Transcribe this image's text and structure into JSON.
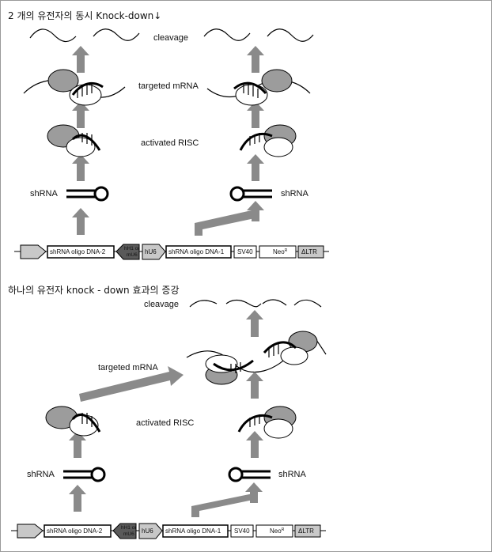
{
  "top": {
    "heading": "2 개의 유전자의 동시 Knock-down↓",
    "cleavage": "cleavage",
    "targeted": "targeted mRNA",
    "activated": "activated RISC",
    "shrna_left": "shRNA",
    "shrna_right": "shRNA",
    "vector": {
      "oligo2": "shRNA oligo DNA-2",
      "h1_line1": "hH1 or",
      "h1_line2": "mU6",
      "hu6": "hU6",
      "oligo1": "shRNA oligo DNA-1",
      "sv40": "SV40",
      "neo": "Neo",
      "neo_sup": "R",
      "ltr": "ΔLTR"
    }
  },
  "bottom": {
    "heading": "하나의 유전자 knock - down 효과의 증강",
    "cleavage": "cleavage",
    "targeted": "targeted mRNA",
    "activated": "activated RISC",
    "shrna_left": "shRNA",
    "shrna_right": "shRNA",
    "vector": {
      "oligo2": "shRNA oligo DNA-2",
      "h1_line1": "hH1 or",
      "h1_line2": "mU6",
      "hu6": "hU6",
      "oligo1": "shRNA oligo DNA-1",
      "sv40": "SV40",
      "neo": "Neo",
      "neo_sup": "R",
      "ltr": "ΔLTR"
    }
  },
  "colors": {
    "arrow": "#8a8a8a",
    "blob": "#9c9c9c",
    "box_dark": "#5a5a5a",
    "box_light": "#c8c8c8"
  }
}
